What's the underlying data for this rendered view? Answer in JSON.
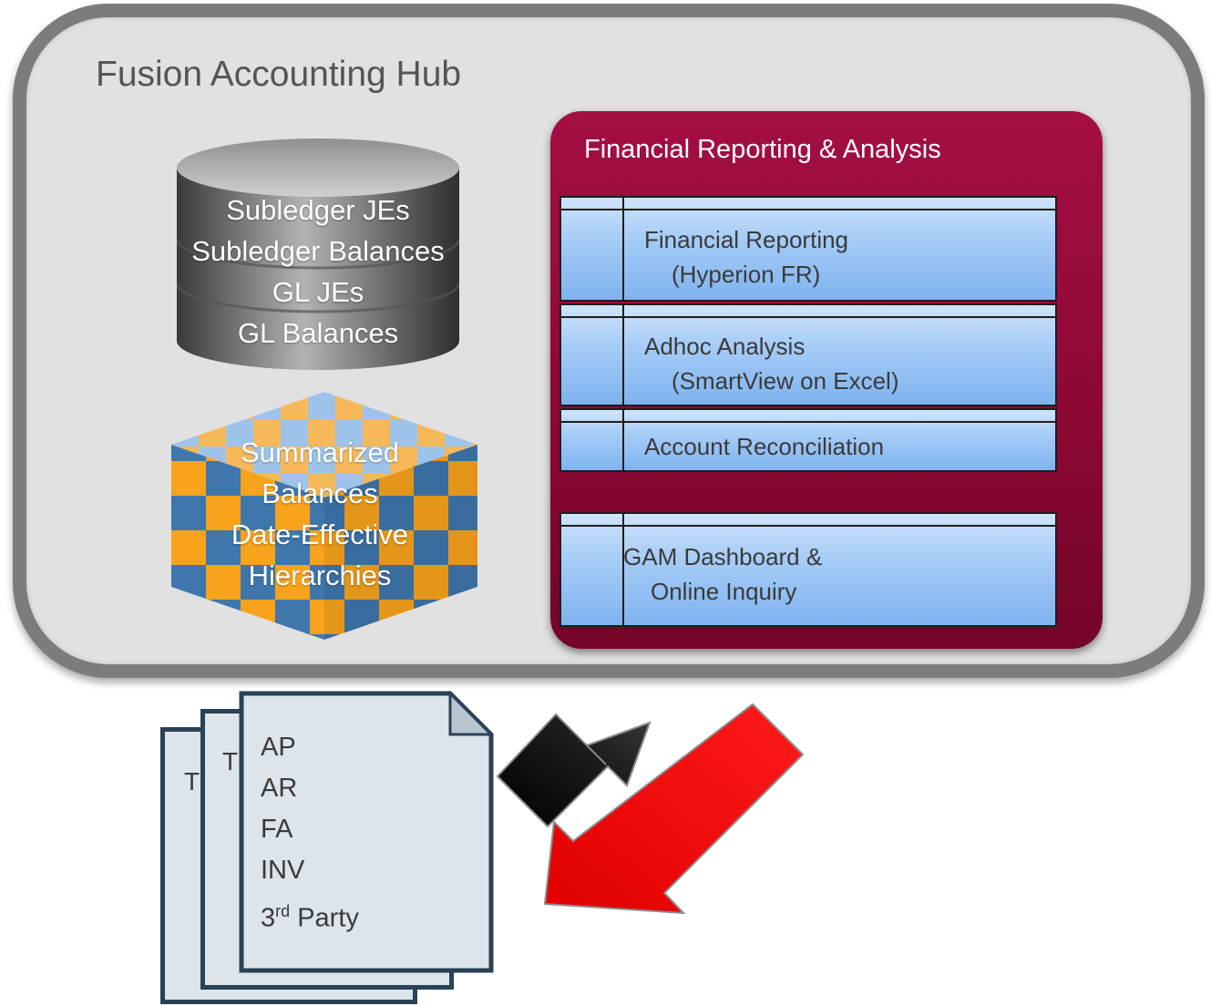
{
  "hub": {
    "title": "Fusion Accounting Hub",
    "database": {
      "lines": [
        "Subledger JEs",
        "Subledger Balances",
        "GL JEs",
        "GL Balances"
      ]
    },
    "cube": {
      "lines": [
        "Summarized",
        "Balances",
        "Date-Effective",
        "Hierarchies"
      ]
    },
    "reporting": {
      "title": "Financial Reporting & Analysis",
      "rows": [
        {
          "line1": "Financial Reporting",
          "line2": "(Hyperion FR)"
        },
        {
          "line1": "Adhoc Analysis",
          "line2": "(SmartView on Excel)"
        },
        {
          "line1": "Account Reconciliation"
        },
        {
          "line1": "GAM Dashboard &",
          "line2": "Online Inquiry"
        }
      ]
    }
  },
  "sources": {
    "back_doc_label": "Tı",
    "mid_doc_label": "Tı",
    "items": [
      "AP",
      "AR",
      "FA",
      "INV"
    ],
    "third_party": {
      "number": "3",
      "suffix": "rd",
      "text": " Party"
    }
  },
  "colors": {
    "hub_border": "#7c7c7c",
    "hub_fill": "#e1e1e1",
    "panel": "#8d0834",
    "row_fill": "#a6ccf6",
    "cube_orange": "#f7a31c",
    "cube_blue": "#3f77ad",
    "arrow_inbound": "#111111",
    "arrow_outbound": "#ee0000"
  }
}
